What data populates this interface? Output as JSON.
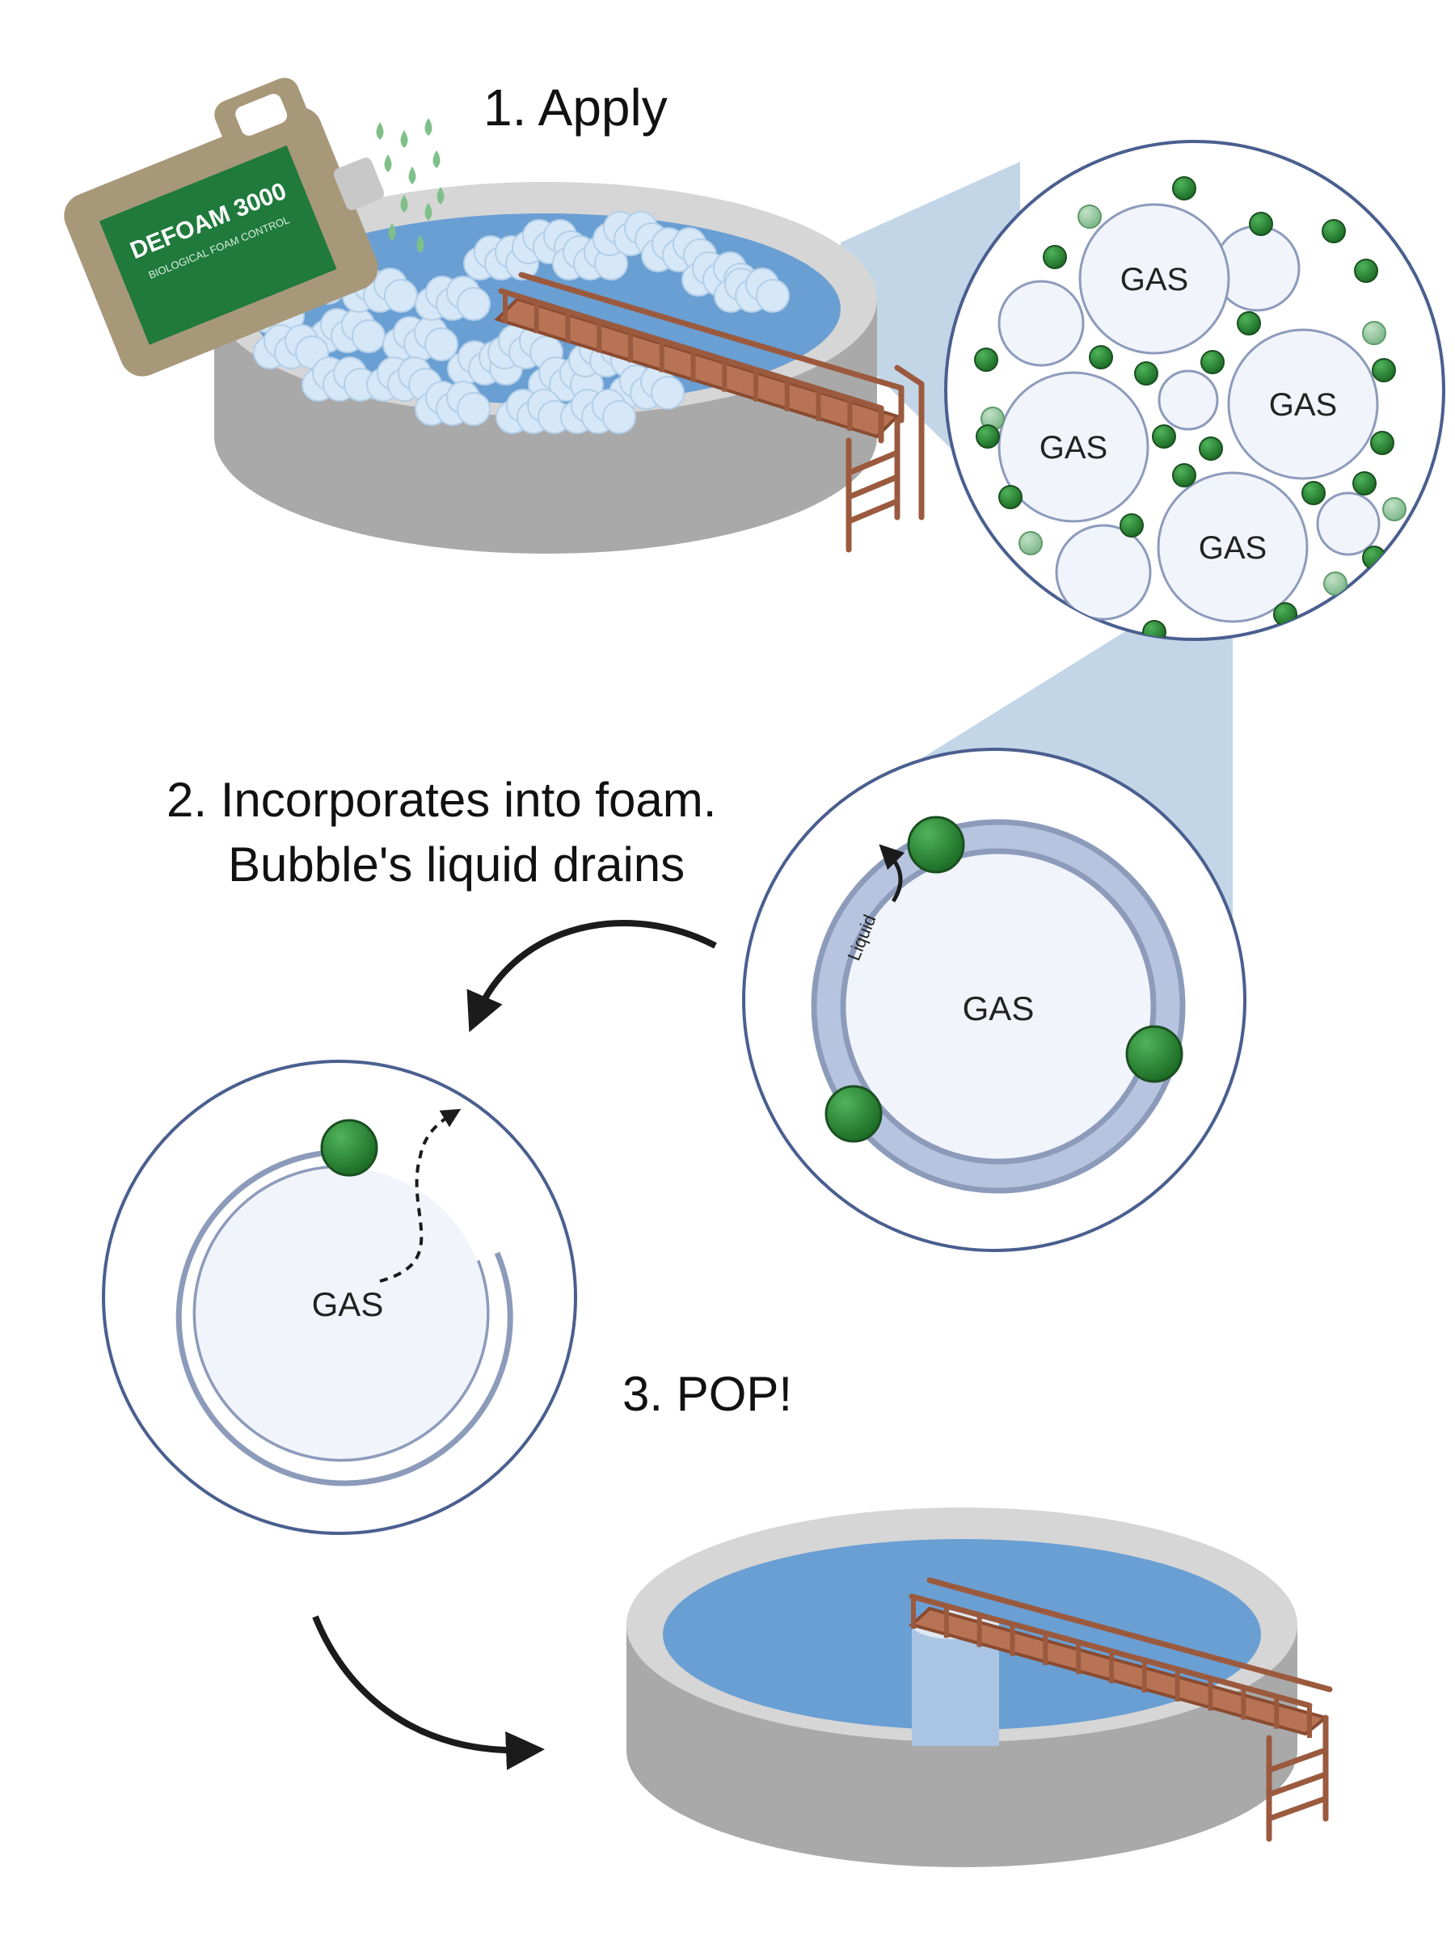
{
  "steps": {
    "apply": "1.  Apply",
    "incorporate_line1": "2. Incorporates into foam.",
    "incorporate_line2": "Bubble's liquid drains",
    "pop": "3. POP!"
  },
  "bottle": {
    "brand": "DEFOAM 3000",
    "tagline": "BIOLOGICAL FOAM CONTROL"
  },
  "bubbles": {
    "gas_label": "GAS",
    "liquid_label": "Liquid"
  },
  "colors": {
    "tank_wall": "#a9a9a9",
    "tank_rim": "#d6d6d6",
    "water": "#6a9fd3",
    "foam": "#cfe3f5",
    "bridge": "#9b5a3e",
    "defoamer_dark": "#2a8b34",
    "defoamer_light": "#8fc49a",
    "bubble_fill": "#f1f4fb",
    "bubble_stroke": "#8d9bbb",
    "circle_stroke": "#4a5f8f",
    "zoom_beam": "#b7cfe3",
    "arrow": "#1b1b1b"
  }
}
